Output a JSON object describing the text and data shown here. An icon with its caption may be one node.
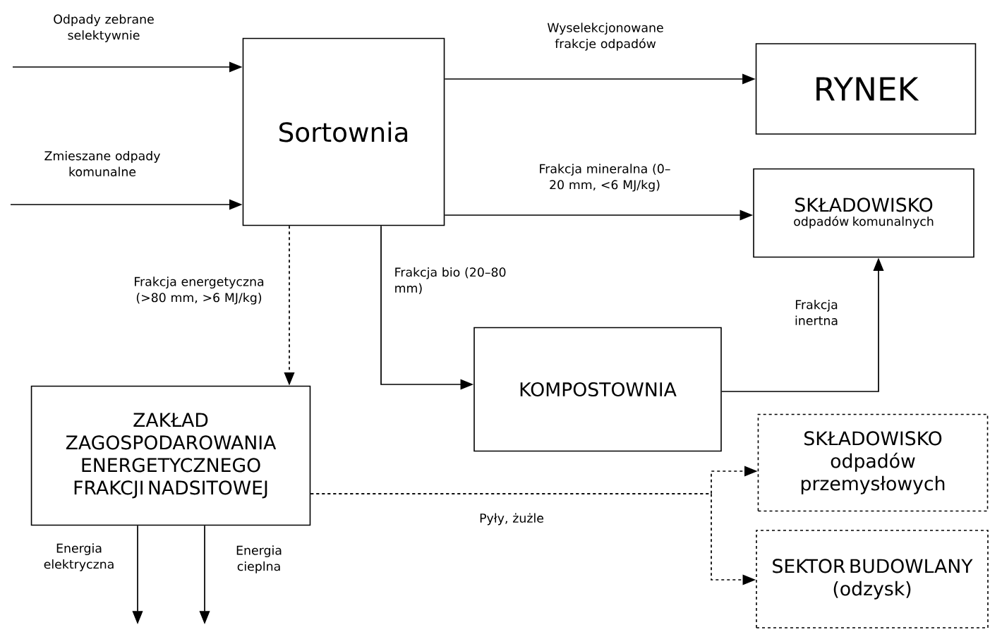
{
  "diagram": {
    "nodes": [
      {
        "text": [
          "Sortownia"
        ]
      },
      {
        "text": [
          "RYNEK"
        ]
      },
      {
        "text": [
          "SKŁADOWISKO",
          "odpadów komunalnych"
        ]
      },
      {
        "text": [
          "KOMPOSTOWNIA"
        ]
      },
      {
        "text": [
          "ZAKŁAD ZAGOSPODAROWANIA ENERGETYCZNEGO FRAKCJI NADSITOWEJ"
        ]
      },
      {
        "text": [
          "SKŁADOWISKO odpadów przemysłowych"
        ]
      },
      {
        "text": [
          "SEKTOR BUDOWLANY (odzysk)"
        ]
      }
    ],
    "edges": [
      {
        "from": null,
        "to": 0,
        "arrow": "to",
        "label": "Odpady zebrane selektywnie"
      },
      {
        "from": null,
        "to": 0,
        "arrow": "to",
        "label": "Zmieszane odpady komunalne"
      },
      {
        "from": 0,
        "to": 1,
        "arrow": "to",
        "label": "Wyselekcjonowane frakcje odpadów"
      },
      {
        "from": 0,
        "to": 2,
        "arrow": "to",
        "label": "Frakcja mineralna (0–20 mm, <6 MJ/kg)"
      },
      {
        "from": 0,
        "to": 4,
        "arrow": "to",
        "label": "Frakcja energetyczna (>80 mm, >6 MJ/kg)",
        "style": "dashed"
      },
      {
        "from": 0,
        "to": 3,
        "arrow": "to",
        "label": "Frakcja bio (20–80 mm)"
      },
      {
        "from": 3,
        "to": 2,
        "arrow": "to",
        "label": "Frakcja inertna"
      },
      {
        "from": 4,
        "to": 5,
        "arrow": "to",
        "label": "Pyły, żużle",
        "style": "dashed"
      },
      {
        "from": 4,
        "to": 6,
        "arrow": "to",
        "style": "dashed"
      },
      {
        "from": 4,
        "to": null,
        "arrow": "to",
        "label": "Energia elektryczna"
      },
      {
        "from": 4,
        "to": null,
        "arrow": "to",
        "label": "Energia cieplna"
      }
    ]
  }
}
